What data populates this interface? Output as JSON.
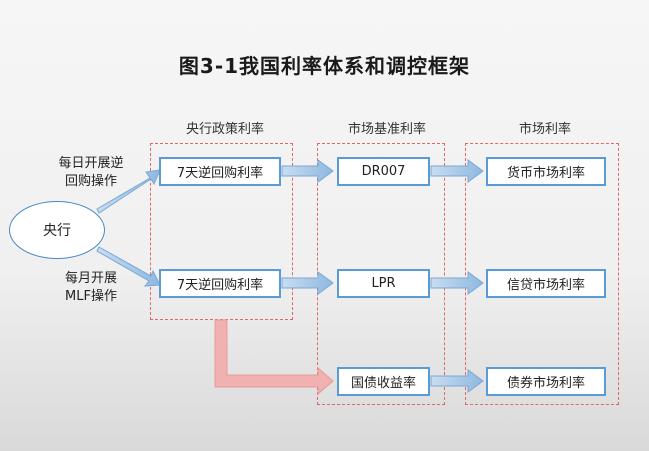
{
  "title": "图3-1我国利率体系和调控框架",
  "columns": {
    "policy": "央行政策利率",
    "benchmark": "市场基准利率",
    "market": "市场利率"
  },
  "central_bank": "央行",
  "operations": {
    "daily_line1": "每日开展逆",
    "daily_line2": "回购操作",
    "monthly_line1": "每月开展",
    "monthly_line2": "MLF操作"
  },
  "policy_nodes": [
    "7天逆回购利率",
    "7天逆回购利率"
  ],
  "benchmark_nodes": [
    "DR007",
    "LPR",
    "国债收益率"
  ],
  "market_nodes": [
    "货币市场利率",
    "信贷市场利率",
    "债券市场利率"
  ],
  "colors": {
    "node_border": "#5b9bd5",
    "arrow_blue": "#9dc3e6",
    "arrow_pink": "#f0a8a8",
    "dashed_frame": "#e06868"
  }
}
